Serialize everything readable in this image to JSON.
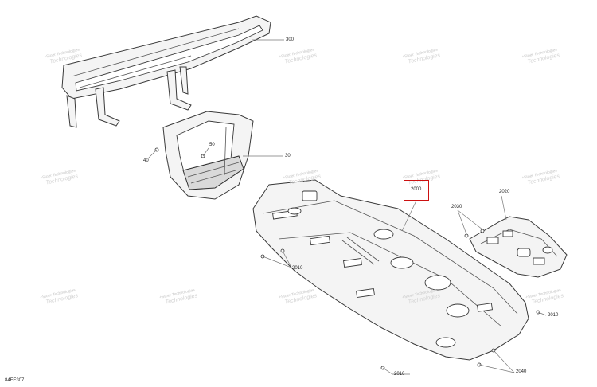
{
  "diagram": {
    "figure_code": "84FE307",
    "highlight_color": "#cc1111",
    "callouts": [
      {
        "key": "300",
        "label": "300"
      },
      {
        "key": "50",
        "label": "50"
      },
      {
        "key": "40",
        "label": "40"
      },
      {
        "key": "30",
        "label": "30"
      },
      {
        "key": "2000",
        "label": "2000"
      },
      {
        "key": "2020",
        "label": "2020"
      },
      {
        "key": "2030",
        "label": "2030"
      },
      {
        "key": "2010a",
        "label": "2010"
      },
      {
        "key": "2040",
        "label": "2040"
      },
      {
        "key": "2010b",
        "label": "2010"
      },
      {
        "key": "2010c",
        "label": "2010"
      }
    ],
    "watermark": {
      "line1": "+Stoer Technologies",
      "line2": "Technologies"
    }
  }
}
